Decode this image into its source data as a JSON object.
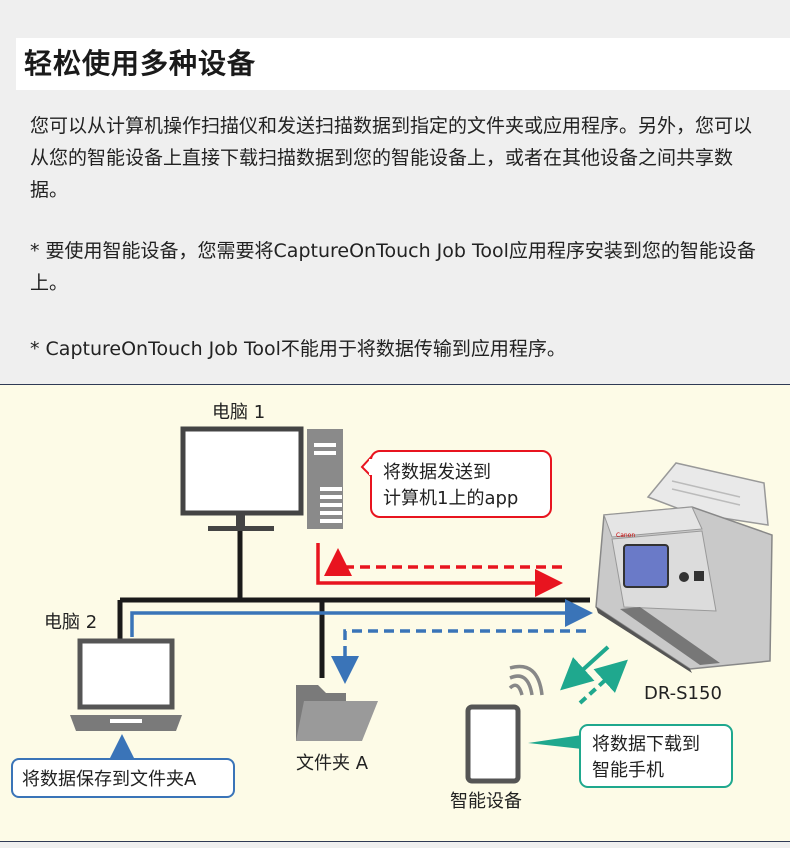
{
  "header": {
    "title": "轻松使用多种设备"
  },
  "description": {
    "paragraph1": "您可以从计算机操作扫描仪和发送扫描数据到指定的文件夹或应用程序。另外，您可以从您的智能设备上直接下载扫描数据到您的智能设备上，或者在其他设备之间共享数据。",
    "note1": "* 要使用智能设备，您需要将CaptureOnTouch Job Tool应用程序安装到您的智能设备上。",
    "note2": "* CaptureOnTouch Job Tool不能用于将数据传输到应用程序。"
  },
  "diagram": {
    "pc1_label": "电脑 1",
    "pc2_label": "电脑 2",
    "callout_app_line1": "将数据发送到",
    "callout_app_line2": "计算机1上的app",
    "callout_folder": "将数据保存到文件夹A",
    "folder_label": "文件夹 A",
    "scanner_label": "DR-S150",
    "scanner_brand": "Canon",
    "smart_label": "智能设备",
    "callout_phone_line1": "将数据下载到",
    "callout_phone_line2": "智能手机",
    "colors": {
      "red": "#e8141f",
      "blue": "#3a74b8",
      "teal": "#1fa88e",
      "network": "#1a1a1a"
    }
  }
}
